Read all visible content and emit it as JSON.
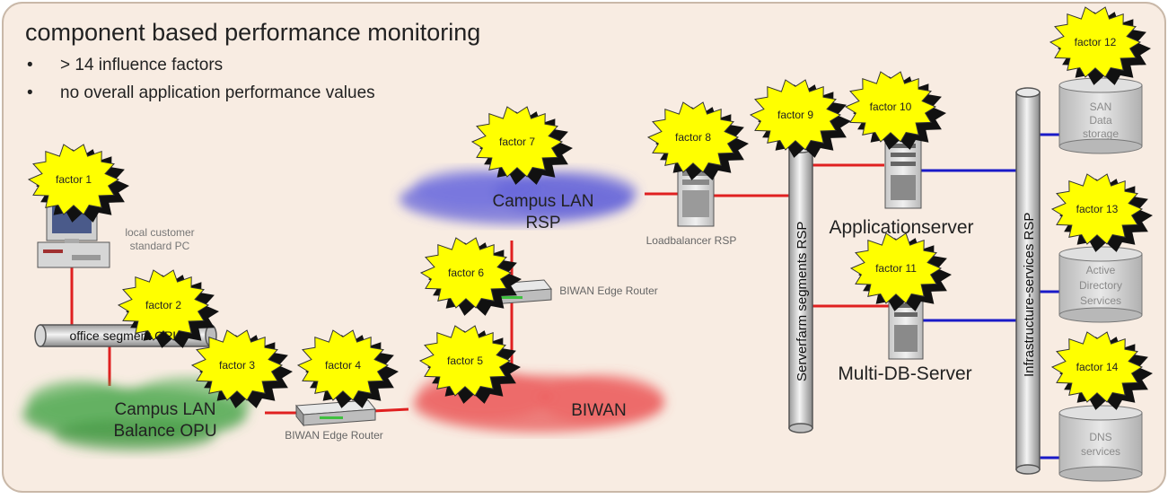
{
  "title": "component based performance monitoring",
  "bullets": [
    "> 14 influence factors",
    "no overall application performance values"
  ],
  "factors": [
    "factor 1",
    "factor 2",
    "factor 3",
    "factor 4",
    "factor 5",
    "factor 6",
    "factor 7",
    "factor 8",
    "factor 9",
    "factor 10",
    "factor 11",
    "factor 12",
    "factor 13",
    "factor 14"
  ],
  "devices": {
    "pc_label_1": "local customer",
    "pc_label_2": "standard PC",
    "office_segment": "office segment OPU",
    "campus_opu_1": "Campus LAN",
    "campus_opu_2": "Balance OPU",
    "router_bottom": "BIWAN Edge Router",
    "router_mid": "BIWAN Edge Router",
    "biwan": "BIWAN",
    "campus_rsp_1": "Campus LAN",
    "campus_rsp_2": "RSP",
    "loadbalancer": "Loadbalancer RSP",
    "serverfarm": "Serverfarm segments RSP",
    "appserver": "Applicationserver",
    "dbserver": "Multi-DB-Server",
    "infra": "Infrastructure-services RSP",
    "san_1": "SAN",
    "san_2": "Data",
    "san_3": "storage",
    "ad_1": "Active",
    "ad_2": "Directory",
    "ad_3": "Services",
    "dns_1": "DNS",
    "dns_2": "services"
  },
  "colors": {
    "background": "#f8ece2",
    "star": "#ffff00",
    "red_link": "#e02020",
    "blue_link": "#1a1ac8",
    "green_cloud": "#4aa04a",
    "blue_cloud": "#5a5ad8",
    "red_cloud": "#e85050"
  }
}
